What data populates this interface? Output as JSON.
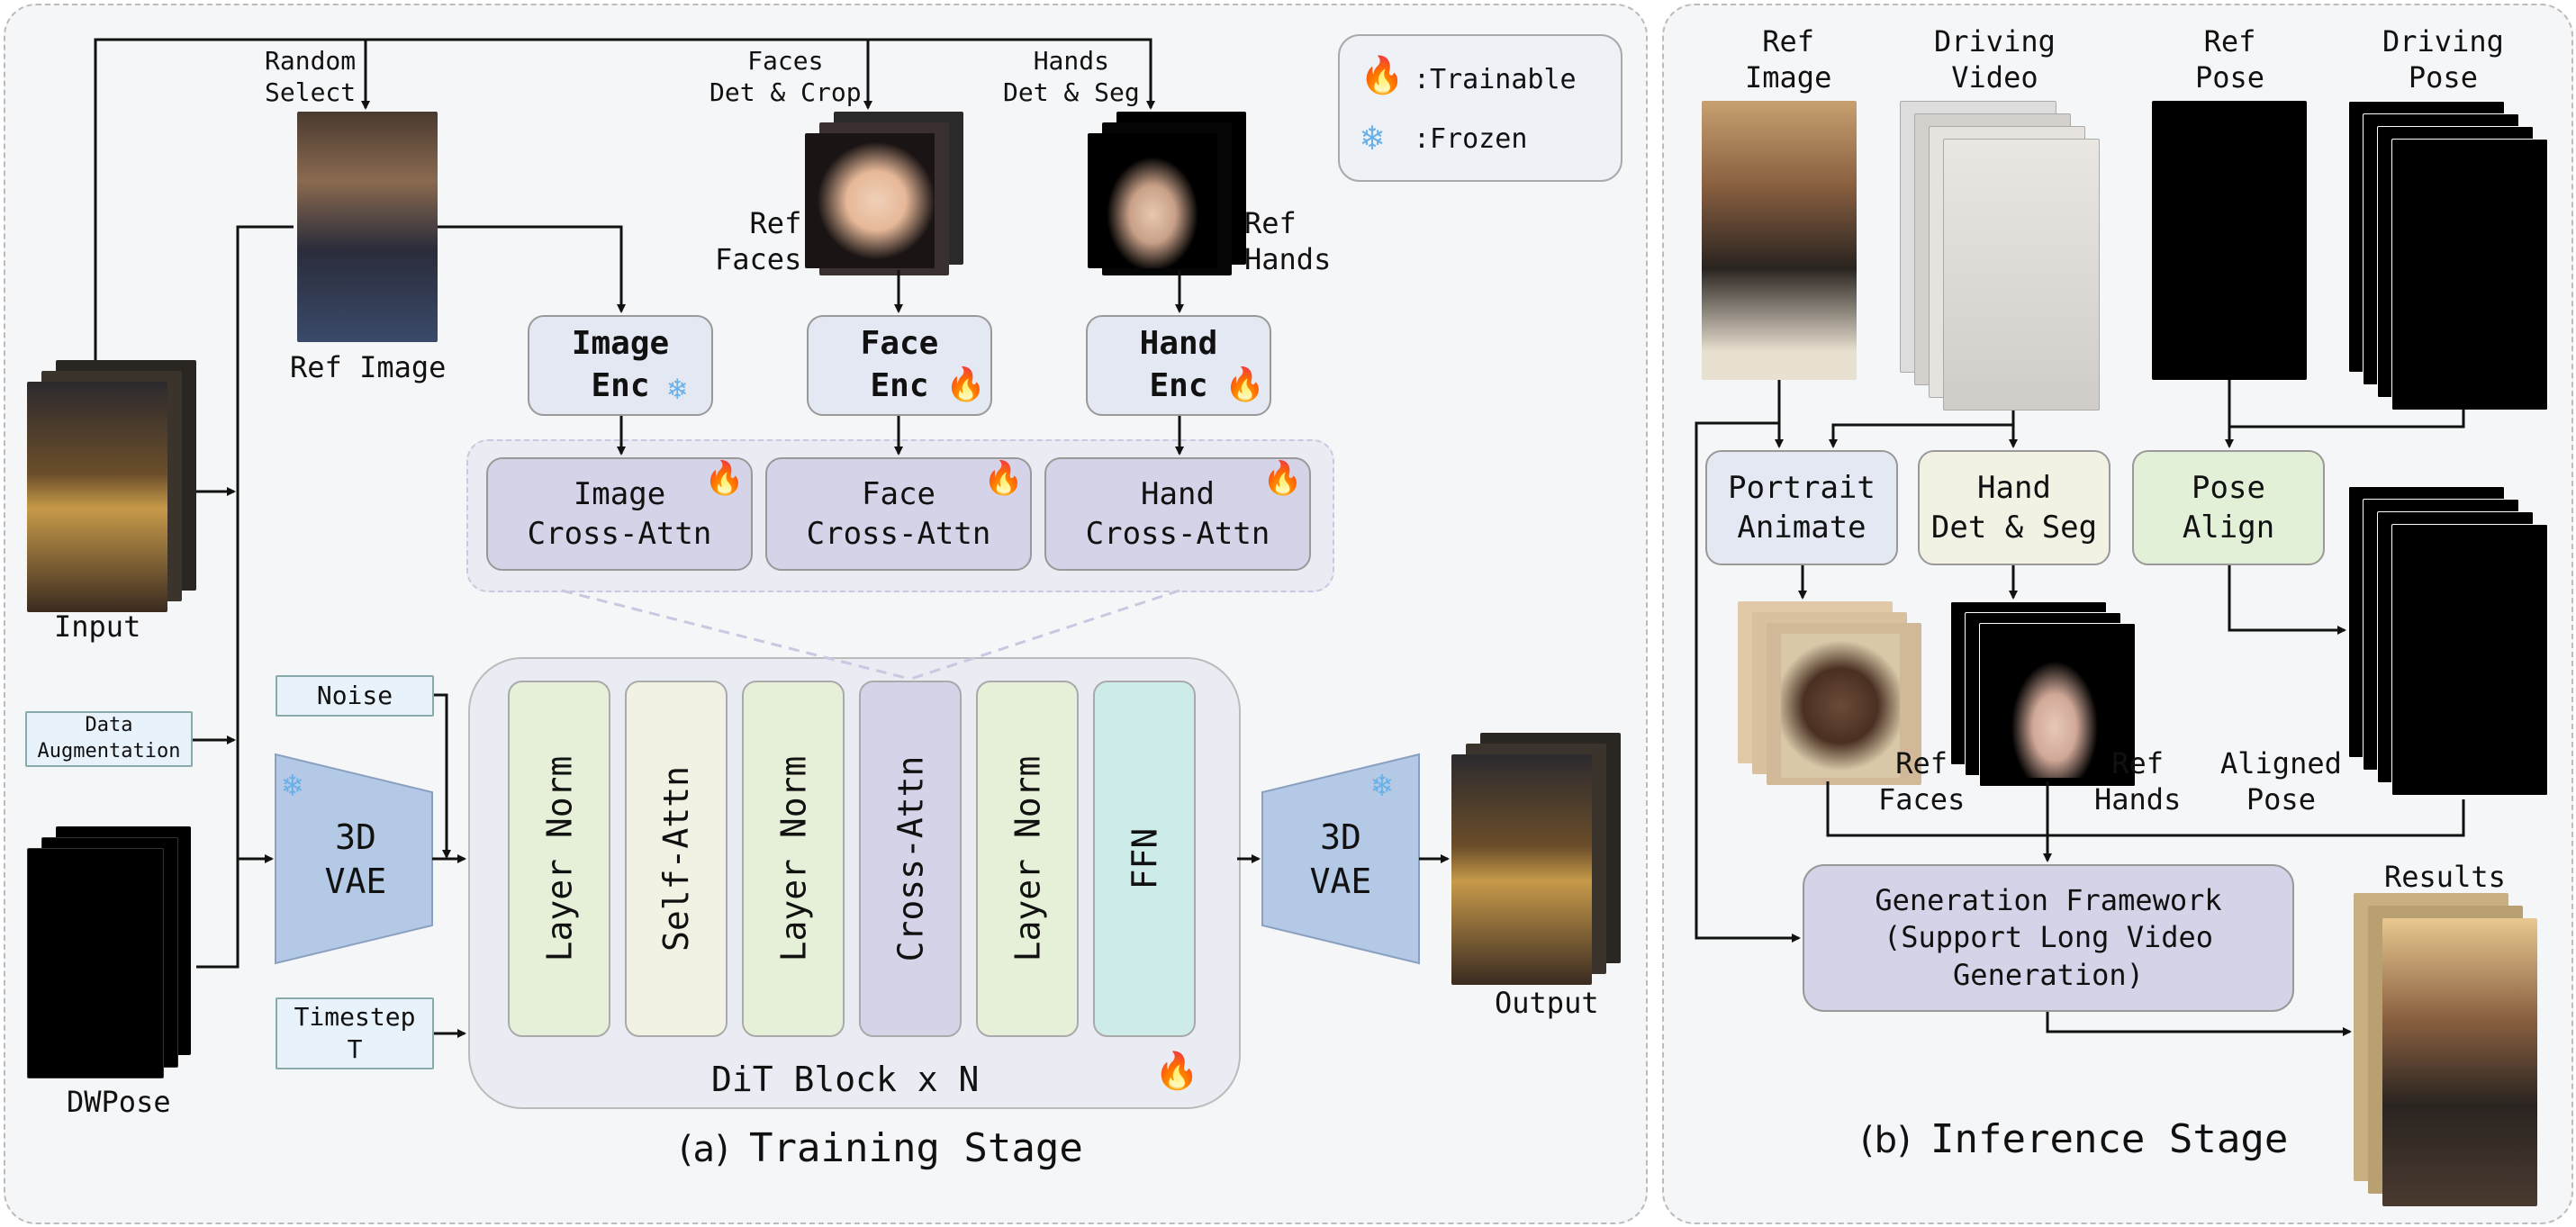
{
  "legend": {
    "trainable": ":Trainable",
    "frozen": ":Frozen"
  },
  "training": {
    "caption_prefix": "(a)",
    "caption": "Training Stage",
    "input": "Input",
    "ref_image": "Ref Image",
    "random_select": "Random\nSelect",
    "faces_det": "Faces\nDet & Crop",
    "hands_det": "Hands\nDet & Seg",
    "ref_faces": "Ref\nFaces",
    "ref_hands": "Ref\nHands",
    "image_enc": "Image\nEnc",
    "face_enc": "Face\nEnc",
    "hand_enc": "Hand\nEnc",
    "image_xattn": "Image\nCross-Attn",
    "face_xattn": "Face\nCross-Attn",
    "hand_xattn": "Hand\nCross-Attn",
    "data_aug": "Data\nAugmentation",
    "noise": "Noise",
    "timestep": "Timestep\nT",
    "vae_in": "3D\nVAE",
    "vae_out": "3D\nVAE",
    "dwpose": "DWPose",
    "output": "Output",
    "dit_label": "DiT Block x N",
    "dit_layers": [
      "Layer Norm",
      "Self-Attn",
      "Layer Norm",
      "Cross-Attn",
      "Layer Norm",
      "FFN"
    ]
  },
  "inference": {
    "caption_prefix": "(b)",
    "caption": "Inference Stage",
    "ref_image": "Ref\nImage",
    "driving_video": "Driving\nVideo",
    "ref_pose": "Ref\nPose",
    "driving_pose": "Driving\nPose",
    "portrait": "Portrait\nAnimate",
    "hand_det": "Hand\nDet & Seg",
    "pose_align": "Pose\nAlign",
    "ref_faces": "Ref\nFaces",
    "ref_hands": "Ref\nHands",
    "aligned_pose": "Aligned\nPose",
    "gen": "Generation Framework\n(Support Long Video\nGeneration)",
    "results": "Results"
  },
  "colors": {
    "arrow": "#111111",
    "dashed": "#c8c8e0",
    "vae": "#b3c9e6",
    "ln": "#e6f0d8",
    "selfattn": "#f1f1e4",
    "crossattn": "#d4d3e8",
    "ffn": "#cdebe8"
  }
}
